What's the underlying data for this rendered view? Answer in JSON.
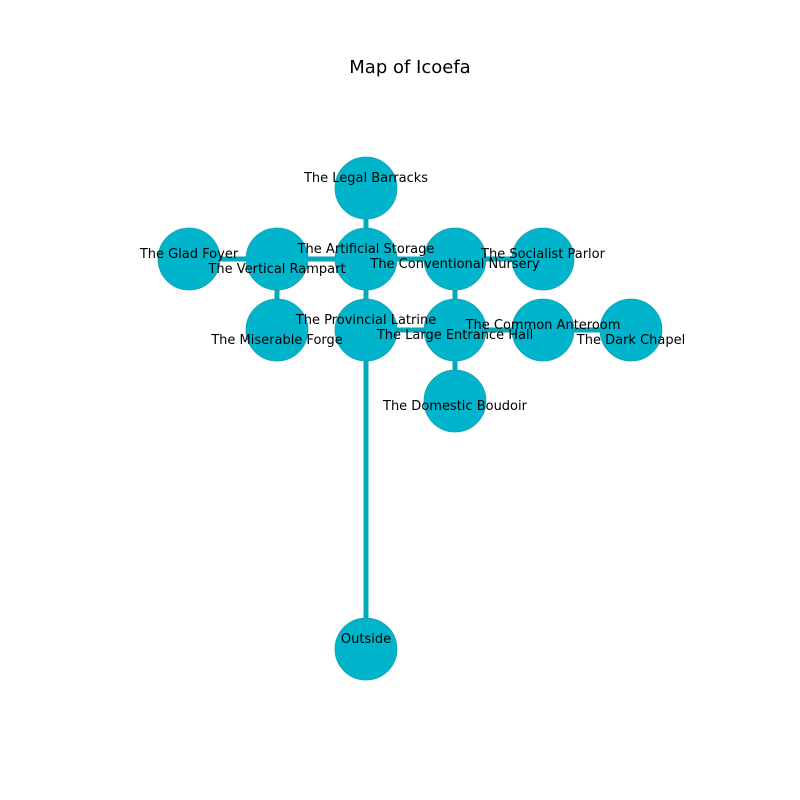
{
  "diagram": {
    "title": "Map of Icoefa",
    "colors": {
      "node_fill": "#00b4cc",
      "node_stroke": "#1aa0b0",
      "edge": "#00aab8"
    },
    "nodes": [
      {
        "id": "legal-barracks",
        "label": "The Legal Barracks"
      },
      {
        "id": "glad-foyer",
        "label": "The Glad Foyer"
      },
      {
        "id": "vertical-rampart",
        "label": "The Vertical Rampart"
      },
      {
        "id": "artificial-storage",
        "label": "The Artificial Storage"
      },
      {
        "id": "conventional-nursery",
        "label": "The Conventional Nursery"
      },
      {
        "id": "socialist-parlor",
        "label": "The Socialist Parlor"
      },
      {
        "id": "miserable-forge",
        "label": "The Miserable Forge"
      },
      {
        "id": "provincial-latrine",
        "label": "The Provincial Latrine"
      },
      {
        "id": "large-entrance-hall",
        "label": "The Large Entrance Hall"
      },
      {
        "id": "common-anteroom",
        "label": "The Common Anteroom"
      },
      {
        "id": "dark-chapel",
        "label": "The Dark Chapel"
      },
      {
        "id": "domestic-boudoir",
        "label": "The Domestic Boudoir"
      },
      {
        "id": "outside",
        "label": "Outside"
      }
    ],
    "edges": [
      [
        "legal-barracks",
        "artificial-storage"
      ],
      [
        "glad-foyer",
        "vertical-rampart"
      ],
      [
        "vertical-rampart",
        "artificial-storage"
      ],
      [
        "vertical-rampart",
        "miserable-forge"
      ],
      [
        "artificial-storage",
        "conventional-nursery"
      ],
      [
        "artificial-storage",
        "provincial-latrine"
      ],
      [
        "conventional-nursery",
        "socialist-parlor"
      ],
      [
        "conventional-nursery",
        "large-entrance-hall"
      ],
      [
        "provincial-latrine",
        "large-entrance-hall"
      ],
      [
        "provincial-latrine",
        "outside"
      ],
      [
        "large-entrance-hall",
        "common-anteroom"
      ],
      [
        "large-entrance-hall",
        "domestic-boudoir"
      ],
      [
        "common-anteroom",
        "dark-chapel"
      ]
    ]
  }
}
